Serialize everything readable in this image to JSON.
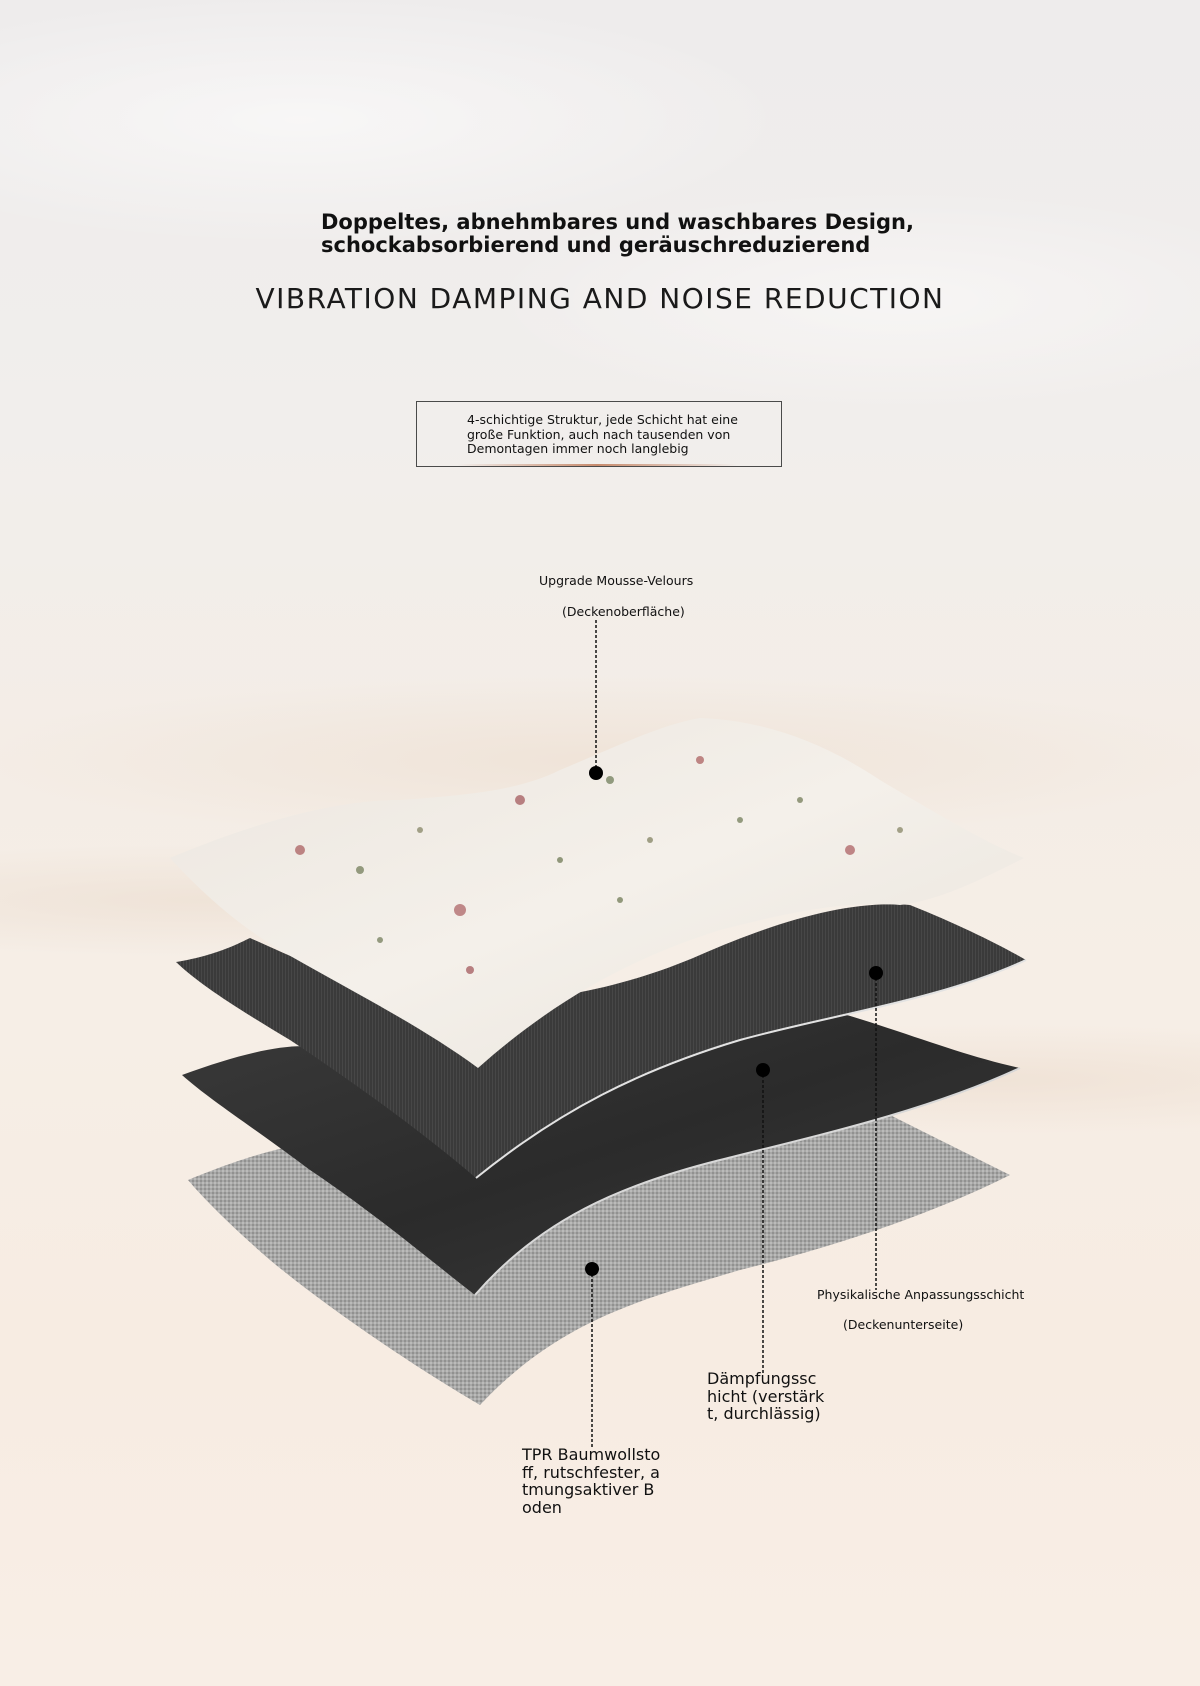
{
  "headline": {
    "line1": "Doppeltes, abnehmbares und waschbares Design,",
    "line2": "schockabsorbierend und geräuschreduzierend"
  },
  "subtitle": "VIBRATION DAMPING AND NOISE REDUCTION",
  "info_box": {
    "line1": "4-schichtige Struktur, jede Schicht hat eine",
    "line2": "große Funktion, auch nach tausenden von",
    "line3": "Demontagen immer noch langlebig"
  },
  "callouts": {
    "top_layer": {
      "line1": "Upgrade Mousse-Velours",
      "line2": "(Deckenoberfläche)"
    },
    "bottom_side": {
      "line1": "Physikalische Anpassungsschicht",
      "line2": "(Deckenunterseite)"
    },
    "damping": {
      "line1": "Dämpfungssc",
      "line2": "hicht (verstärk",
      "line3": "t, durchlässig)"
    },
    "tpr": {
      "line1": "TPR Baumwollsto",
      "line2": "ff, rutschfester, a",
      "line3": "tmungsaktiver B",
      "line4": "oden"
    }
  },
  "colors": {
    "floral_base": "#f1ece6",
    "dark_layer": "#3d3d3d",
    "black_layer": "#2a2a2a",
    "grey_layer": "#9d9d9d",
    "accent": "#c88c6e"
  }
}
